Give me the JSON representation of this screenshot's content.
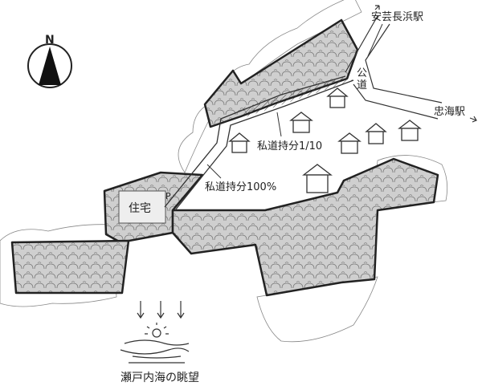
{
  "compass": {
    "label": "N"
  },
  "labels": {
    "station_north": "安芸長浜駅",
    "public_road": "公道",
    "station_east": "忠海駅",
    "private_road_share_1_10": "私道持分1/10",
    "private_road_share_100": "私道持分100%",
    "house": "住宅",
    "parking": "P",
    "sea_view": "瀬戸内海の眺望"
  },
  "colors": {
    "forest_fill": "#c8c8c8",
    "border": "#222222"
  }
}
